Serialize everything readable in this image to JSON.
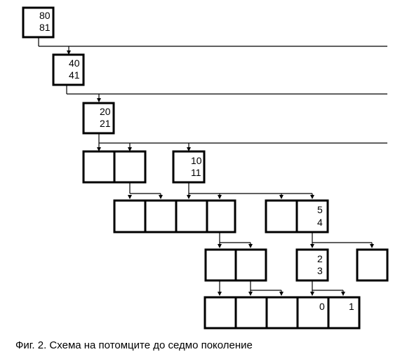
{
  "diagram": {
    "labels": {
      "n80": "80",
      "n81": "81",
      "n40": "40",
      "n41": "41",
      "n20": "20",
      "n21": "21",
      "n10": "10",
      "n11": "11",
      "n5": "5",
      "n4": "4",
      "n2": "2",
      "n3": "3",
      "n0": "0",
      "n1": "1"
    }
  },
  "caption": "Фиг. 2. Схема на потомците до седмо поколение"
}
